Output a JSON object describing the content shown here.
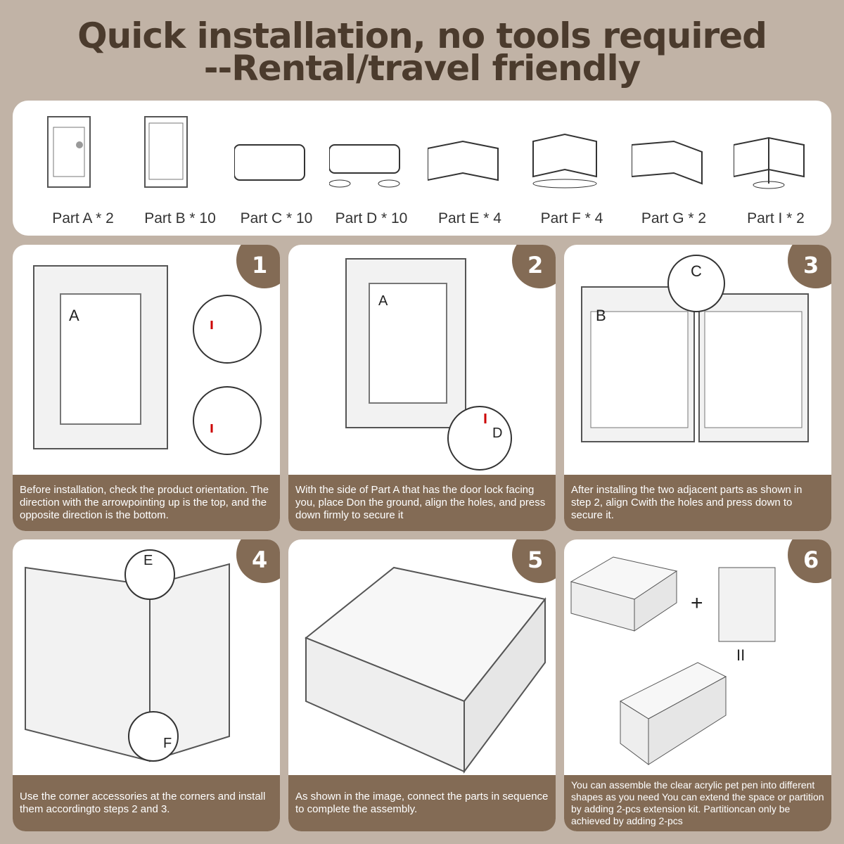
{
  "title": {
    "line1": "Quick installation, no tools required",
    "line2": "--Rental/travel friendly"
  },
  "parts": [
    {
      "label": "Part A * 2"
    },
    {
      "label": "Part B * 10"
    },
    {
      "label": "Part C * 10"
    },
    {
      "label": "Part D * 10"
    },
    {
      "label": "Part E * 4"
    },
    {
      "label": "Part F * 4"
    },
    {
      "label": "Part G * 2"
    },
    {
      "label": "Part I * 2"
    }
  ],
  "steps": [
    {
      "number": "1",
      "caption": "Before installation, check the product orientation. The direction with the arrowpointing up is the top, and the opposite direction is the bottom.",
      "labels": [
        "A"
      ]
    },
    {
      "number": "2",
      "caption": "With the side of Part A that has the door lock facing you, place Don the ground, align the holes, and press down firmly to secure it",
      "labels": [
        "A",
        "D"
      ]
    },
    {
      "number": "3",
      "caption": "After installing the two adjacent parts as shown in step 2, align Cwith the holes and press down to secure it.",
      "labels": [
        "B",
        "C"
      ]
    },
    {
      "number": "4",
      "caption": "Use the corner accessories at the corners and install them accordingto steps 2 and 3.",
      "labels": [
        "E",
        "F"
      ]
    },
    {
      "number": "5",
      "caption": "As shown in the image, connect the parts in sequence to complete the assembly.",
      "labels": []
    },
    {
      "number": "6",
      "caption": "You can assemble the clear acrylic pet pen into different shapes as you need You can extend the space or partition by adding 2-pcs extension kit. Partitioncan only be achieved by adding 2-pcs",
      "labels": [
        "+",
        "II"
      ]
    }
  ]
}
